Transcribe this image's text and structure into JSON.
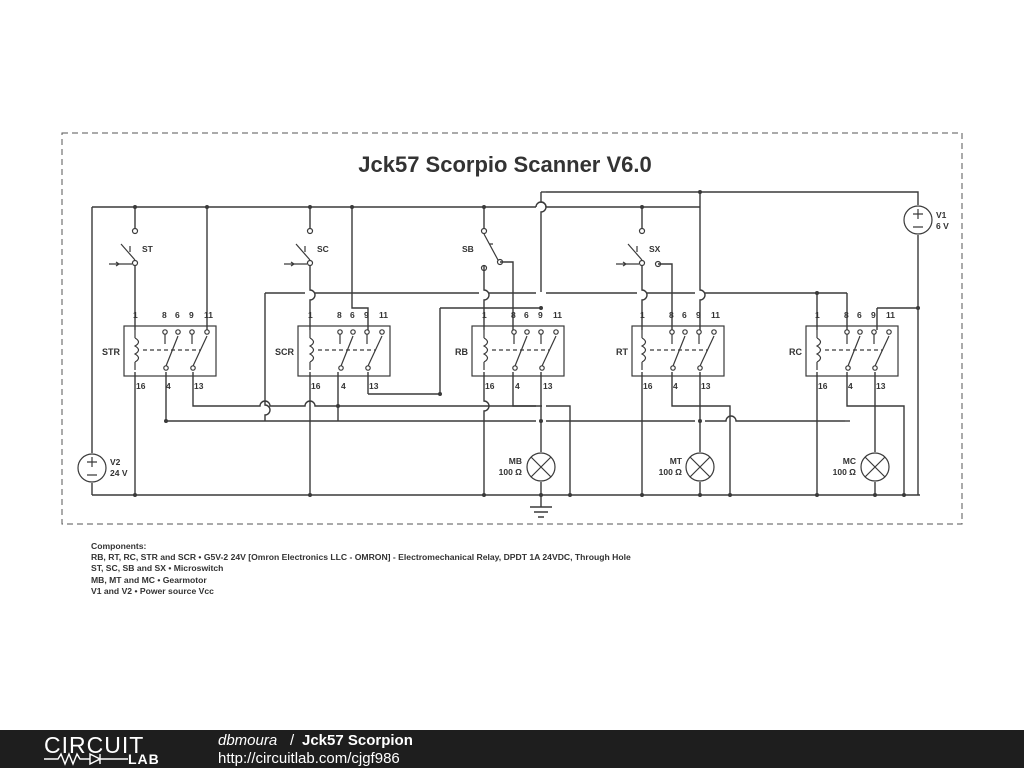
{
  "diagram": {
    "title": "Jck57 Scorpio Scanner V6.0",
    "switches": [
      "ST",
      "SC",
      "SB",
      "SX"
    ],
    "relays": [
      {
        "name": "STR",
        "pins": [
          "1",
          "8",
          "6",
          "9",
          "11",
          "16",
          "4",
          "13"
        ]
      },
      {
        "name": "SCR",
        "pins": [
          "1",
          "8",
          "6",
          "9",
          "11",
          "16",
          "4",
          "13"
        ]
      },
      {
        "name": "RB",
        "pins": [
          "1",
          "8",
          "6",
          "9",
          "11",
          "16",
          "4",
          "13"
        ]
      },
      {
        "name": "RT",
        "pins": [
          "1",
          "8",
          "6",
          "9",
          "11",
          "16",
          "4",
          "13"
        ]
      },
      {
        "name": "RC",
        "pins": [
          "1",
          "8",
          "6",
          "9",
          "11",
          "16",
          "4",
          "13"
        ]
      }
    ],
    "motors": [
      {
        "name": "MB",
        "value": "100 Ω"
      },
      {
        "name": "MT",
        "value": "100 Ω"
      },
      {
        "name": "MC",
        "value": "100 Ω"
      }
    ],
    "sources": [
      {
        "name": "V1",
        "value": "6 V"
      },
      {
        "name": "V2",
        "value": "24 V"
      }
    ]
  },
  "notes": [
    "Components:",
    "RB, RT, RC, STR and SCR • G5V-2 24V [Omron Electronics LLC - OMRON] - Electromechanical Relay, DPDT 1A 24VDC, Through Hole",
    "ST, SC, SB and SX • Microswitch",
    "MB, MT and MC • Gearmotor",
    "V1 and V2 • Power source Vcc"
  ],
  "footer": {
    "logo_top": "CIRCUIT",
    "logo_bottom": "LAB",
    "author": "dbmoura",
    "separator": "/",
    "project_title": "Jck57 Scorpion",
    "url": "http://circuitlab.com/cjgf986"
  }
}
